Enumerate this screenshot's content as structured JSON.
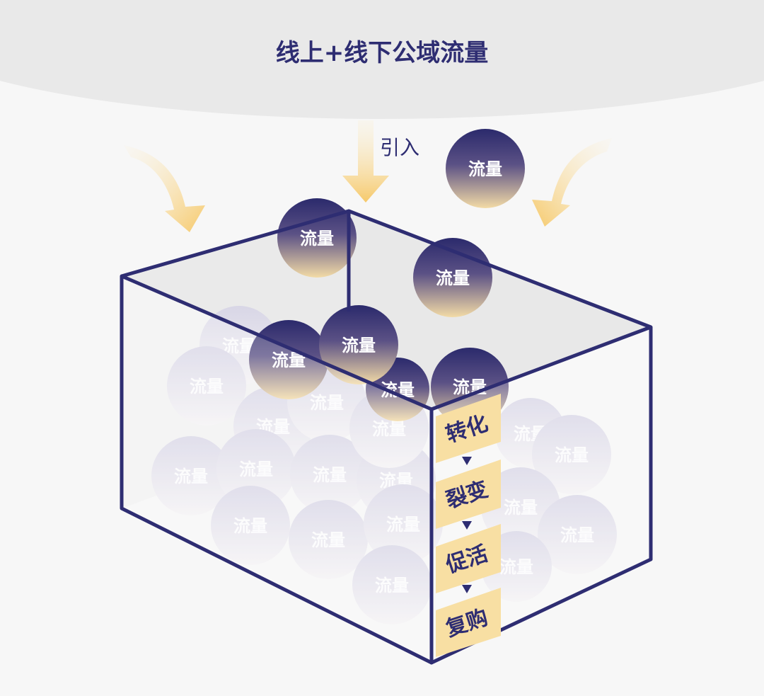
{
  "header": {
    "title": "线上+线下公域流量"
  },
  "arrow_label": "引入",
  "ball_label": "流量",
  "funnel": {
    "steps": [
      "转化",
      "裂变",
      "促活",
      "复购"
    ]
  },
  "colors": {
    "navy": "#2e2d72",
    "ball_top": "#2e2d72",
    "ball_bottom": "#f2d9a3",
    "arrow": "#f7cf78",
    "label_bg": "#f8dfa3",
    "cloud": "#e9e9e9",
    "background": "#f7f7f7"
  }
}
